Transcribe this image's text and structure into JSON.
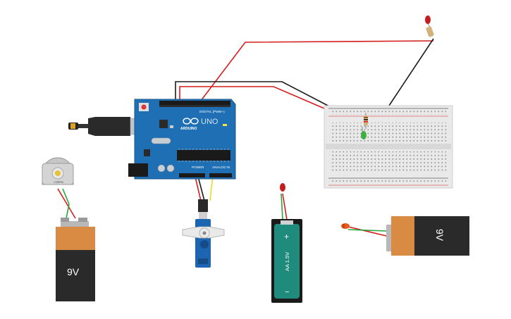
{
  "arduino": {
    "brand": "ARDUINO",
    "model": "UNO",
    "header_digital": "DIGITAL (PWM~)",
    "header_power": "POWER",
    "header_analog": "ANALOG IN",
    "on_led": "ON"
  },
  "motor": {
    "label": "170RPM"
  },
  "battery_9v_left": {
    "label": "9V"
  },
  "battery_9v_right": {
    "label": "9V"
  },
  "battery_aa": {
    "label": "AA 1.5V",
    "plus": "+",
    "minus": "−"
  },
  "colors": {
    "board": "#1f6fb4",
    "wire_red": "#d61c1c",
    "wire_black": "#1a1a1a",
    "wire_yellow": "#e8d80c",
    "wire_green": "#2aa53c",
    "battery_top": "#d98a43",
    "battery_body": "#2a2a2a",
    "aa_body": "#1f8b7c",
    "servo": "#1d64b3"
  }
}
